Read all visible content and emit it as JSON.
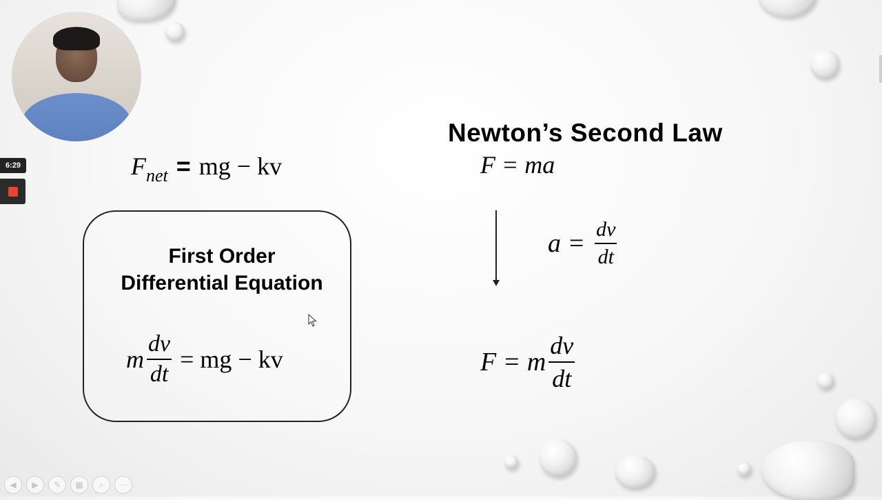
{
  "recorder": {
    "timer": "6:29",
    "stop_icon": "stop-icon"
  },
  "slide": {
    "fnet_equation": {
      "F": "F",
      "sub": "net",
      "equals": "=",
      "rhs": "mg  − kv"
    },
    "right_title": "Newton’s Second Law",
    "f_ma": "F = ma",
    "a_eq": {
      "lhs": "a =",
      "num": "dv",
      "den": "dt"
    },
    "f_mdv": {
      "lhs": "F = m",
      "num": "dv",
      "den": "dt"
    },
    "box": {
      "title_line1": "First Order",
      "title_line2": "Differential Equation",
      "eq_lhs": "m",
      "num": "dv",
      "den": "dt",
      "rhs": "= mg  − kv"
    }
  },
  "toolbar": {
    "buttons": [
      "◀",
      "▶",
      "✎",
      "▦",
      "⌕",
      "⋯"
    ],
    "icons": [
      "previous-icon",
      "next-icon",
      "pen-icon",
      "slides-icon",
      "zoom-icon",
      "more-icon"
    ]
  },
  "colors": {
    "accent_record": "#e8452e",
    "timer_bg": "#222222"
  }
}
